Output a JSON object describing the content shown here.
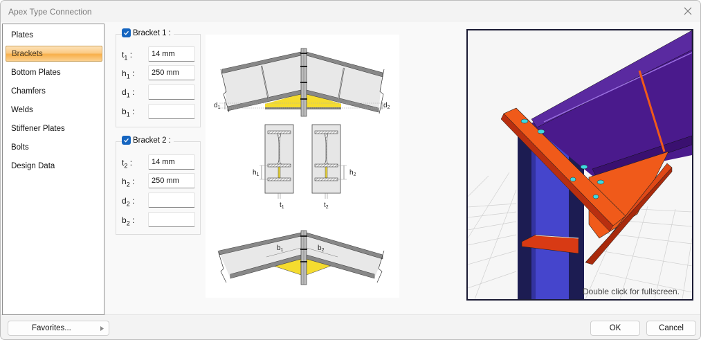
{
  "window": {
    "title": "Apex Type Connection"
  },
  "sidebar": {
    "items": [
      {
        "label": "Plates",
        "selected": false
      },
      {
        "label": "Brackets",
        "selected": true
      },
      {
        "label": "Bottom Plates",
        "selected": false
      },
      {
        "label": "Chamfers",
        "selected": false
      },
      {
        "label": "Welds",
        "selected": false
      },
      {
        "label": "Stiffener Plates",
        "selected": false
      },
      {
        "label": "Bolts",
        "selected": false
      },
      {
        "label": "Design Data",
        "selected": false
      }
    ]
  },
  "bracket1": {
    "label": "Bracket 1 :",
    "checked": true,
    "fields": [
      {
        "symbol": "t",
        "sub": "1",
        "value": "14 mm"
      },
      {
        "symbol": "h",
        "sub": "1",
        "value": "250 mm"
      },
      {
        "symbol": "d",
        "sub": "1",
        "value": ""
      },
      {
        "symbol": "b",
        "sub": "1",
        "value": ""
      }
    ]
  },
  "bracket2": {
    "label": "Bracket 2 :",
    "checked": true,
    "fields": [
      {
        "symbol": "t",
        "sub": "2",
        "value": "14 mm"
      },
      {
        "symbol": "h",
        "sub": "2",
        "value": "250 mm"
      },
      {
        "symbol": "d",
        "sub": "2",
        "value": ""
      },
      {
        "symbol": "b",
        "sub": "2",
        "value": ""
      }
    ]
  },
  "diagram": {
    "labels": {
      "d1": "d",
      "d2": "d",
      "h1": "h",
      "h2": "h",
      "t1": "t",
      "t2": "t",
      "b1": "b",
      "b2": "b",
      "s1": "1",
      "s2": "2"
    }
  },
  "viewport": {
    "hint": "Double click for fullscreen."
  },
  "footer": {
    "favorites_label": "Favorites...",
    "ok_label": "OK",
    "cancel_label": "Cancel"
  },
  "colors": {
    "selected_item": "#f8b04a",
    "checkbox": "#1565c0",
    "column": "#4040c8",
    "rafter": "#4a1a8c",
    "bracket": "#f05a1a"
  }
}
